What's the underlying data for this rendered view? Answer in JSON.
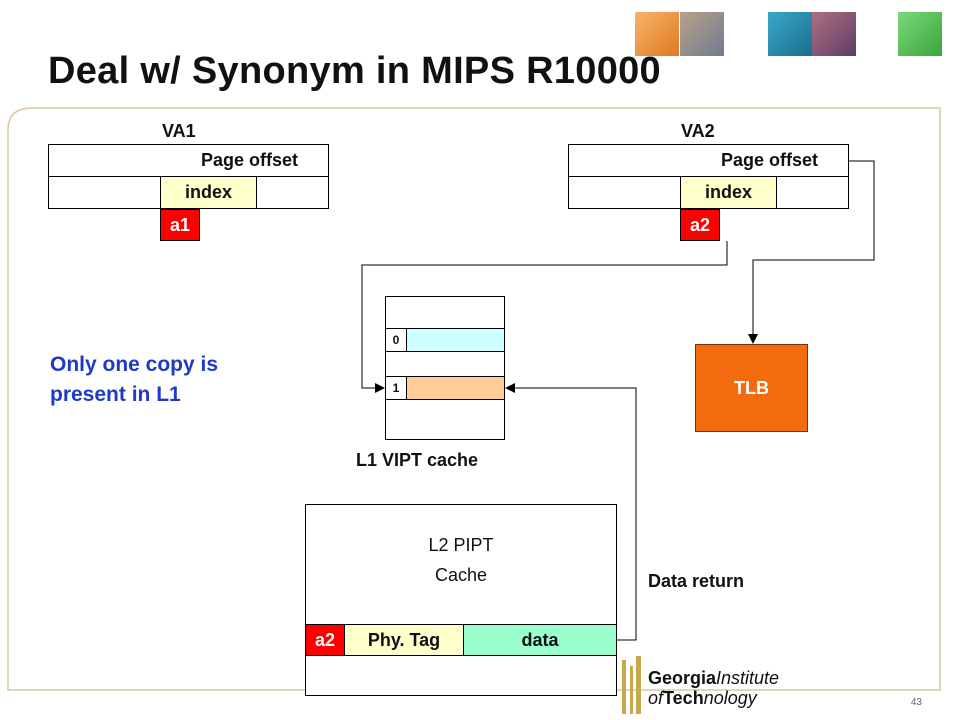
{
  "slide": {
    "title": "Deal w/ Synonym in MIPS R10000",
    "page_number": "43",
    "logo_text": "Georgia Institute of Technology"
  },
  "va1": {
    "label": "VA1",
    "page_offset": "Page offset",
    "index": "index",
    "addr": "a1"
  },
  "va2": {
    "label": "VA2",
    "page_offset": "Page offset",
    "index": "index",
    "addr": "a2"
  },
  "l1": {
    "label": "L1 VIPT cache",
    "row0": "0",
    "row1": "1"
  },
  "tlb": {
    "label": "TLB"
  },
  "l2": {
    "title_line1": "L2 PIPT",
    "title_line2": "Cache",
    "addr": "a2",
    "tag": "Phy. Tag",
    "data": "data"
  },
  "data_return": "Data return",
  "note": "Only one copy is present in L1",
  "colors": {
    "red": "#ff0000",
    "yellow": "#ffffcc",
    "tlb_orange": "#f46a0f",
    "cyan": "#ccffff",
    "peach": "#ffcc99",
    "green": "#99ffcc",
    "note_blue": "#1f39c9"
  }
}
